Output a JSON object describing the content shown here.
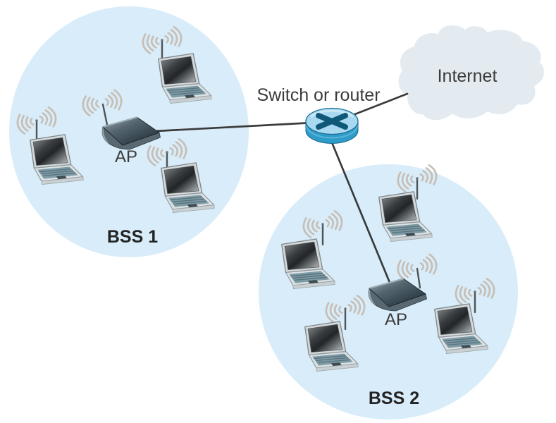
{
  "labels": {
    "switch_router": "Switch or router",
    "internet": "Internet",
    "ap_bss1": "AP",
    "ap_bss2": "AP",
    "bss1": "BSS 1",
    "bss2": "BSS 2"
  },
  "colors": {
    "bss-fill": "#d8ecf9",
    "cloud-fill": "#e4ebf0",
    "cable": "#3b3b3b",
    "signal-arc": "#c6beb5",
    "switch-top": "#a8d9f1",
    "switch-side": "#2e9cc9",
    "switch-cross": "#0f5878",
    "label-text": "#3b3b3b",
    "bold-label-text": "#232323"
  },
  "topology": {
    "bss1": {
      "label": "BSS 1",
      "access_point_label": "AP",
      "laptop_count": 3
    },
    "bss2": {
      "label": "BSS 2",
      "access_point_label": "AP",
      "laptop_count": 4
    },
    "backbone": {
      "label": "Switch or router",
      "connects_to": "Internet"
    }
  }
}
